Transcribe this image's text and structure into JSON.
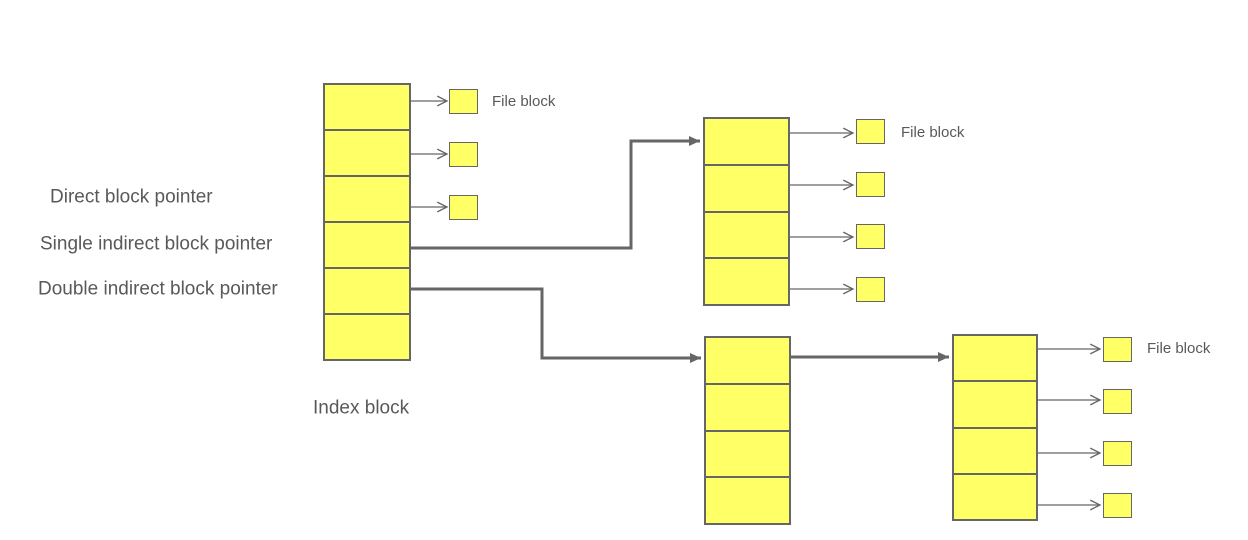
{
  "colors": {
    "background": "#FFFFFF",
    "block_fill": "#FFFF66",
    "block_border": "#666666",
    "arrow": "#666666",
    "label_text": "#595959"
  },
  "labels": {
    "direct": "Direct block pointer",
    "single_indirect": "Single indirect block pointer",
    "double_indirect": "Double indirect block pointer",
    "index_block": "Index block"
  },
  "file_block_captions": [
    "File block",
    "File block",
    "File block"
  ],
  "blocks": {
    "index_block": {
      "cells": 6
    },
    "single_indirect_block": {
      "cells": 4
    },
    "double_indirect_level1_block": {
      "cells": 4
    },
    "double_indirect_level2_block": {
      "cells": 4
    }
  },
  "file_block_groups": {
    "direct": {
      "count": 3
    },
    "single_indirect": {
      "count": 4
    },
    "double_indirect": {
      "count": 4
    }
  }
}
